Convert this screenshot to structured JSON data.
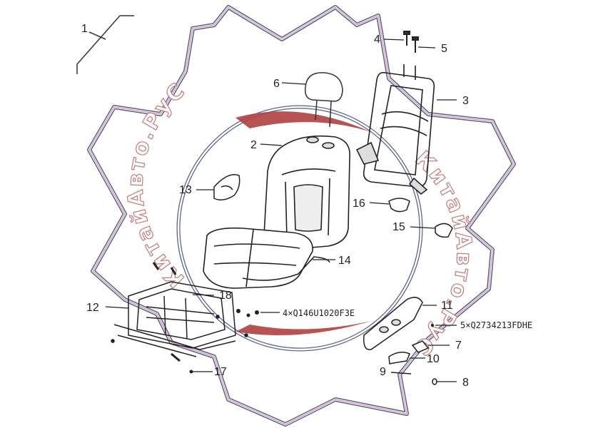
{
  "callouts": {
    "c1": "1",
    "c2": "2",
    "c3": "3",
    "c4": "4",
    "c5": "5",
    "c6": "6",
    "c7": "7",
    "c8": "8",
    "c9": "9",
    "c10": "10",
    "c11": "11",
    "c12": "12",
    "c13": "13",
    "c14": "14",
    "c15": "15",
    "c16": "16",
    "c17": "17",
    "c18": "18"
  },
  "part_notes": {
    "bolts_left": "4×Q146U1020F3E",
    "bolts_right": "5×Q2734213FDHE"
  },
  "watermark": {
    "text_left": "КитайАвто.РуС",
    "text_right": "КитайАвто.РуС",
    "gear_color": "#5a5f8f",
    "accent_color": "#b04040"
  }
}
